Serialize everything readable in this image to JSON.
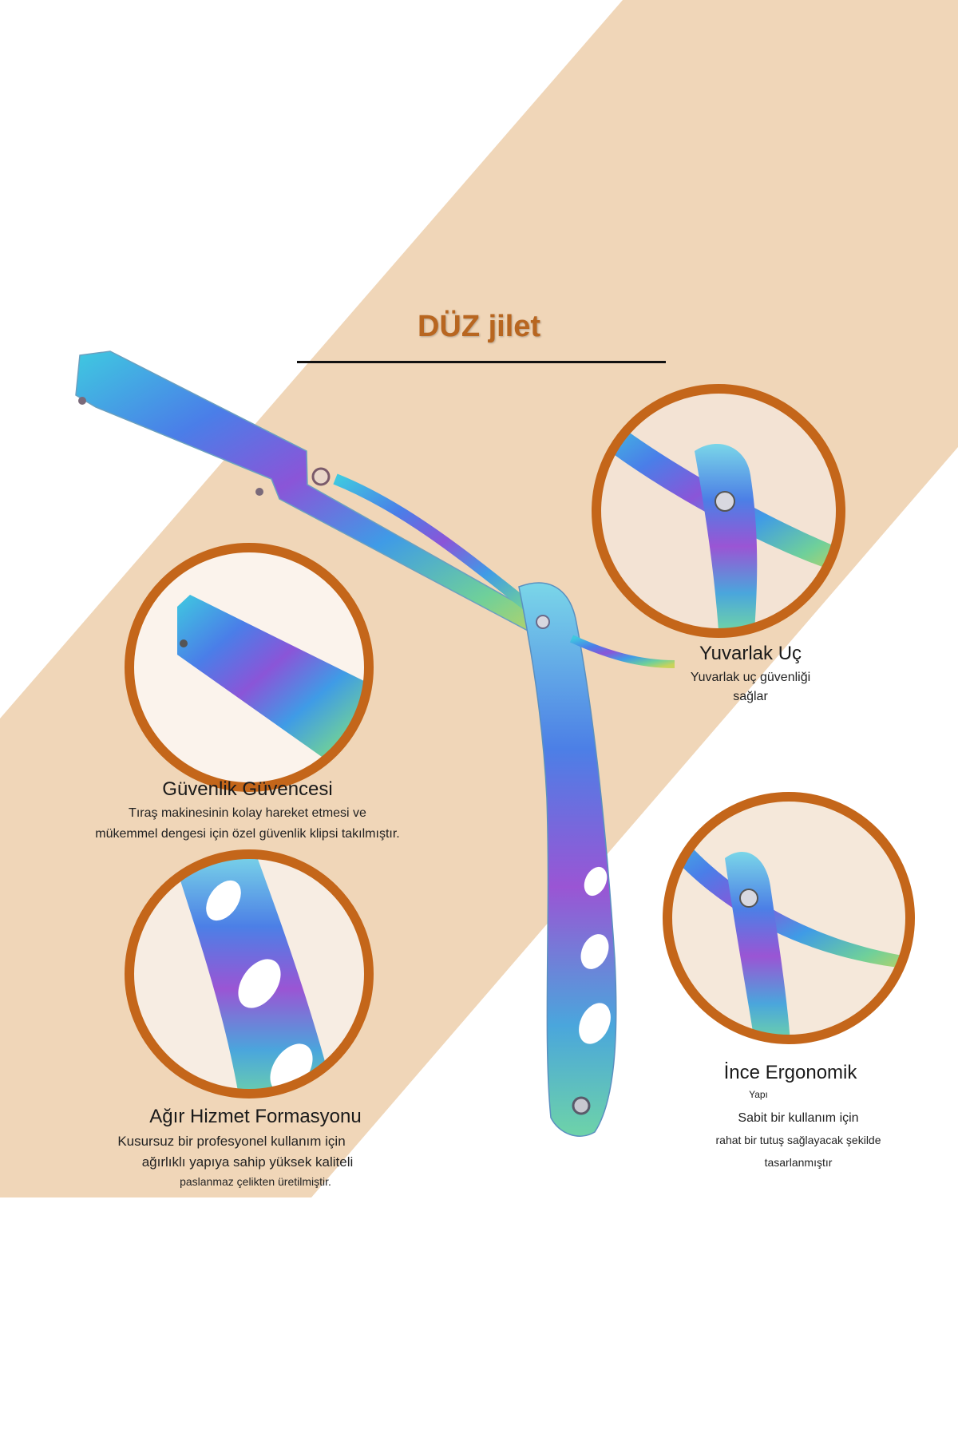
{
  "title": "DÜZ jilet",
  "features": {
    "yuvarlak": {
      "heading": "Yuvarlak Uç",
      "line1": "Yuvarlak uç güvenliği",
      "line2": "sağlar"
    },
    "guvenlik": {
      "heading": "Güvenlik Güvencesi",
      "line1": "Tıraş makinesinin kolay hareket etmesi ve",
      "line2": "mükemmel dengesi için özel güvenlik klipsi takılmıştır."
    },
    "agir": {
      "heading": "Ağır Hizmet Formasyonu",
      "line1": "Kusursuz bir profesyonel kullanım için",
      "line2": "ağırlıklı yapıya sahip yüksek kaliteli",
      "line3": "paslanmaz çelikten üretilmiştir."
    },
    "ince": {
      "heading": "İnce Ergonomik",
      "line1": "Yapı",
      "line2": "Sabit bir kullanım için",
      "line3": "rahat bir tutuş sağlayacak şekilde",
      "line4": "tasarlanmıştır"
    }
  },
  "colors": {
    "band": "#f0d6b8",
    "ring": "#c4661a",
    "title": "#b86620"
  }
}
